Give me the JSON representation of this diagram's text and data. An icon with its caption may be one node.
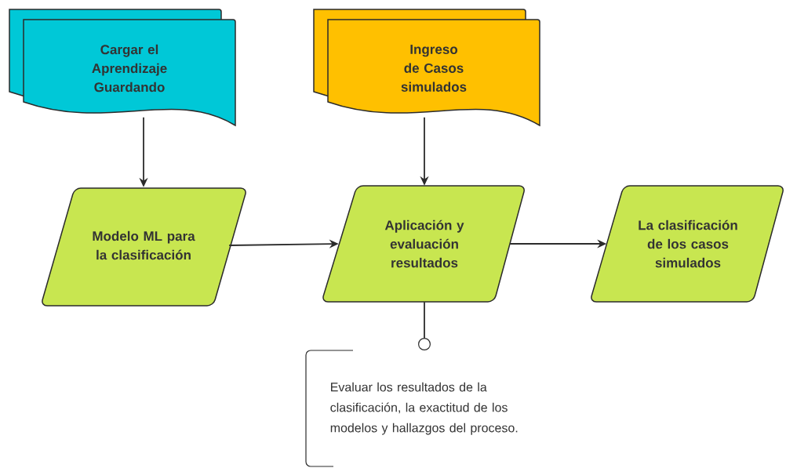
{
  "diagram": {
    "nodes": [
      {
        "text": [
          "Cargar el Aprendizaje Guardando"
        ]
      },
      {
        "text": [
          "Ingreso de Casos simulados"
        ]
      },
      {
        "text": [
          "Modelo ML para la clasificación"
        ]
      },
      {
        "text": [
          "Aplicación y evaluación resultados"
        ]
      },
      {
        "text": [
          "La clasificación de los casos simulados"
        ]
      },
      {
        "text": [
          "Evaluar los resultados de la clasificación, la exactitud de los modelos y hallazgos del proceso."
        ]
      }
    ],
    "edges": [
      {
        "from": 0,
        "to": 2,
        "arrow": "to"
      },
      {
        "from": 1,
        "to": 3,
        "arrow": "to"
      },
      {
        "from": 2,
        "to": 3,
        "arrow": "to"
      },
      {
        "from": 3,
        "to": 4,
        "arrow": "to"
      },
      {
        "from": 3,
        "to": 5,
        "arrow": "other"
      }
    ]
  }
}
